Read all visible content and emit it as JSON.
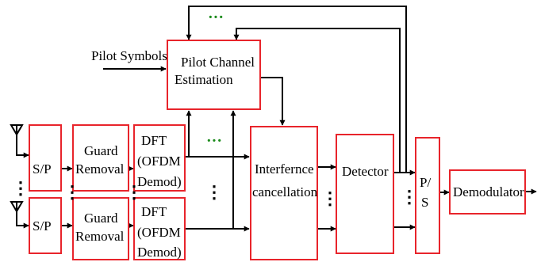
{
  "colors": {
    "box_border": "#e8242b",
    "wire": "#000000",
    "dots": "#1a8a1a",
    "text": "#000000"
  },
  "inputs": {
    "pilot_symbols": "Pilot Symbols"
  },
  "blocks": {
    "pilot_channel_estimation": [
      "Pilot Channel",
      "Estimation"
    ],
    "sp_top": "S/P",
    "sp_bottom": "S/P",
    "guard_top": [
      "Guard",
      "Removal"
    ],
    "guard_bottom": [
      "Guard",
      "Removal"
    ],
    "dft_top": [
      "DFT",
      "(OFDM",
      "Demod)"
    ],
    "dft_bottom": [
      "DFT",
      "(OFDM",
      "Demod)"
    ],
    "interference_cancellation": [
      "Interfernce",
      "cancellation"
    ],
    "detector": "Detector",
    "ps": [
      "P/",
      "S"
    ],
    "demodulator": "Demodulator"
  },
  "ellipsis": {
    "horizontal": "···",
    "vertical": "⋮"
  }
}
